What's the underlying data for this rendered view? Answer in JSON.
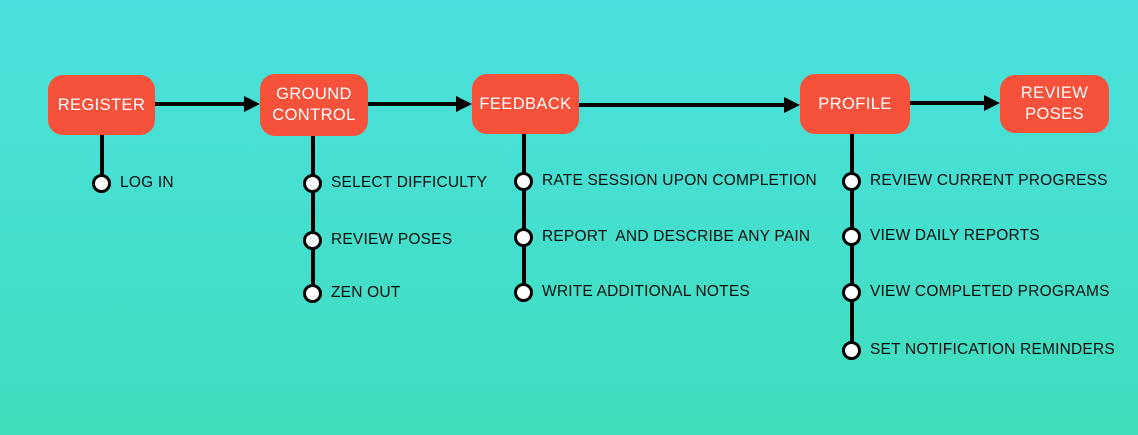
{
  "colors": {
    "background_top": "#4BE1DE",
    "background_bottom": "#3FDEBC",
    "node_fill": "#F6523B",
    "node_text": "#FFFFFF",
    "connector": "#000000",
    "item_text": "#0D0D0D",
    "bullet_fill": "#FFFFFF"
  },
  "flows": [
    {
      "label": "REGISTER",
      "items": [
        "LOG IN"
      ]
    },
    {
      "label": "GROUND CONTROL",
      "items": [
        "SELECT DIFFICULTY",
        "REVIEW POSES",
        "ZEN OUT"
      ]
    },
    {
      "label": "FEEDBACK",
      "items": [
        "RATE SESSION UPON COMPLETION",
        "REPORT  AND DESCRIBE ANY PAIN",
        "WRITE ADDITIONAL NOTES"
      ]
    },
    {
      "label": "PROFILE",
      "items": [
        "REVIEW CURRENT PROGRESS",
        "VIEW DAILY REPORTS",
        "VIEW COMPLETED PROGRAMS",
        "SET NOTIFICATION REMINDERS"
      ]
    },
    {
      "label": "REVIEW POSES",
      "items": []
    }
  ]
}
